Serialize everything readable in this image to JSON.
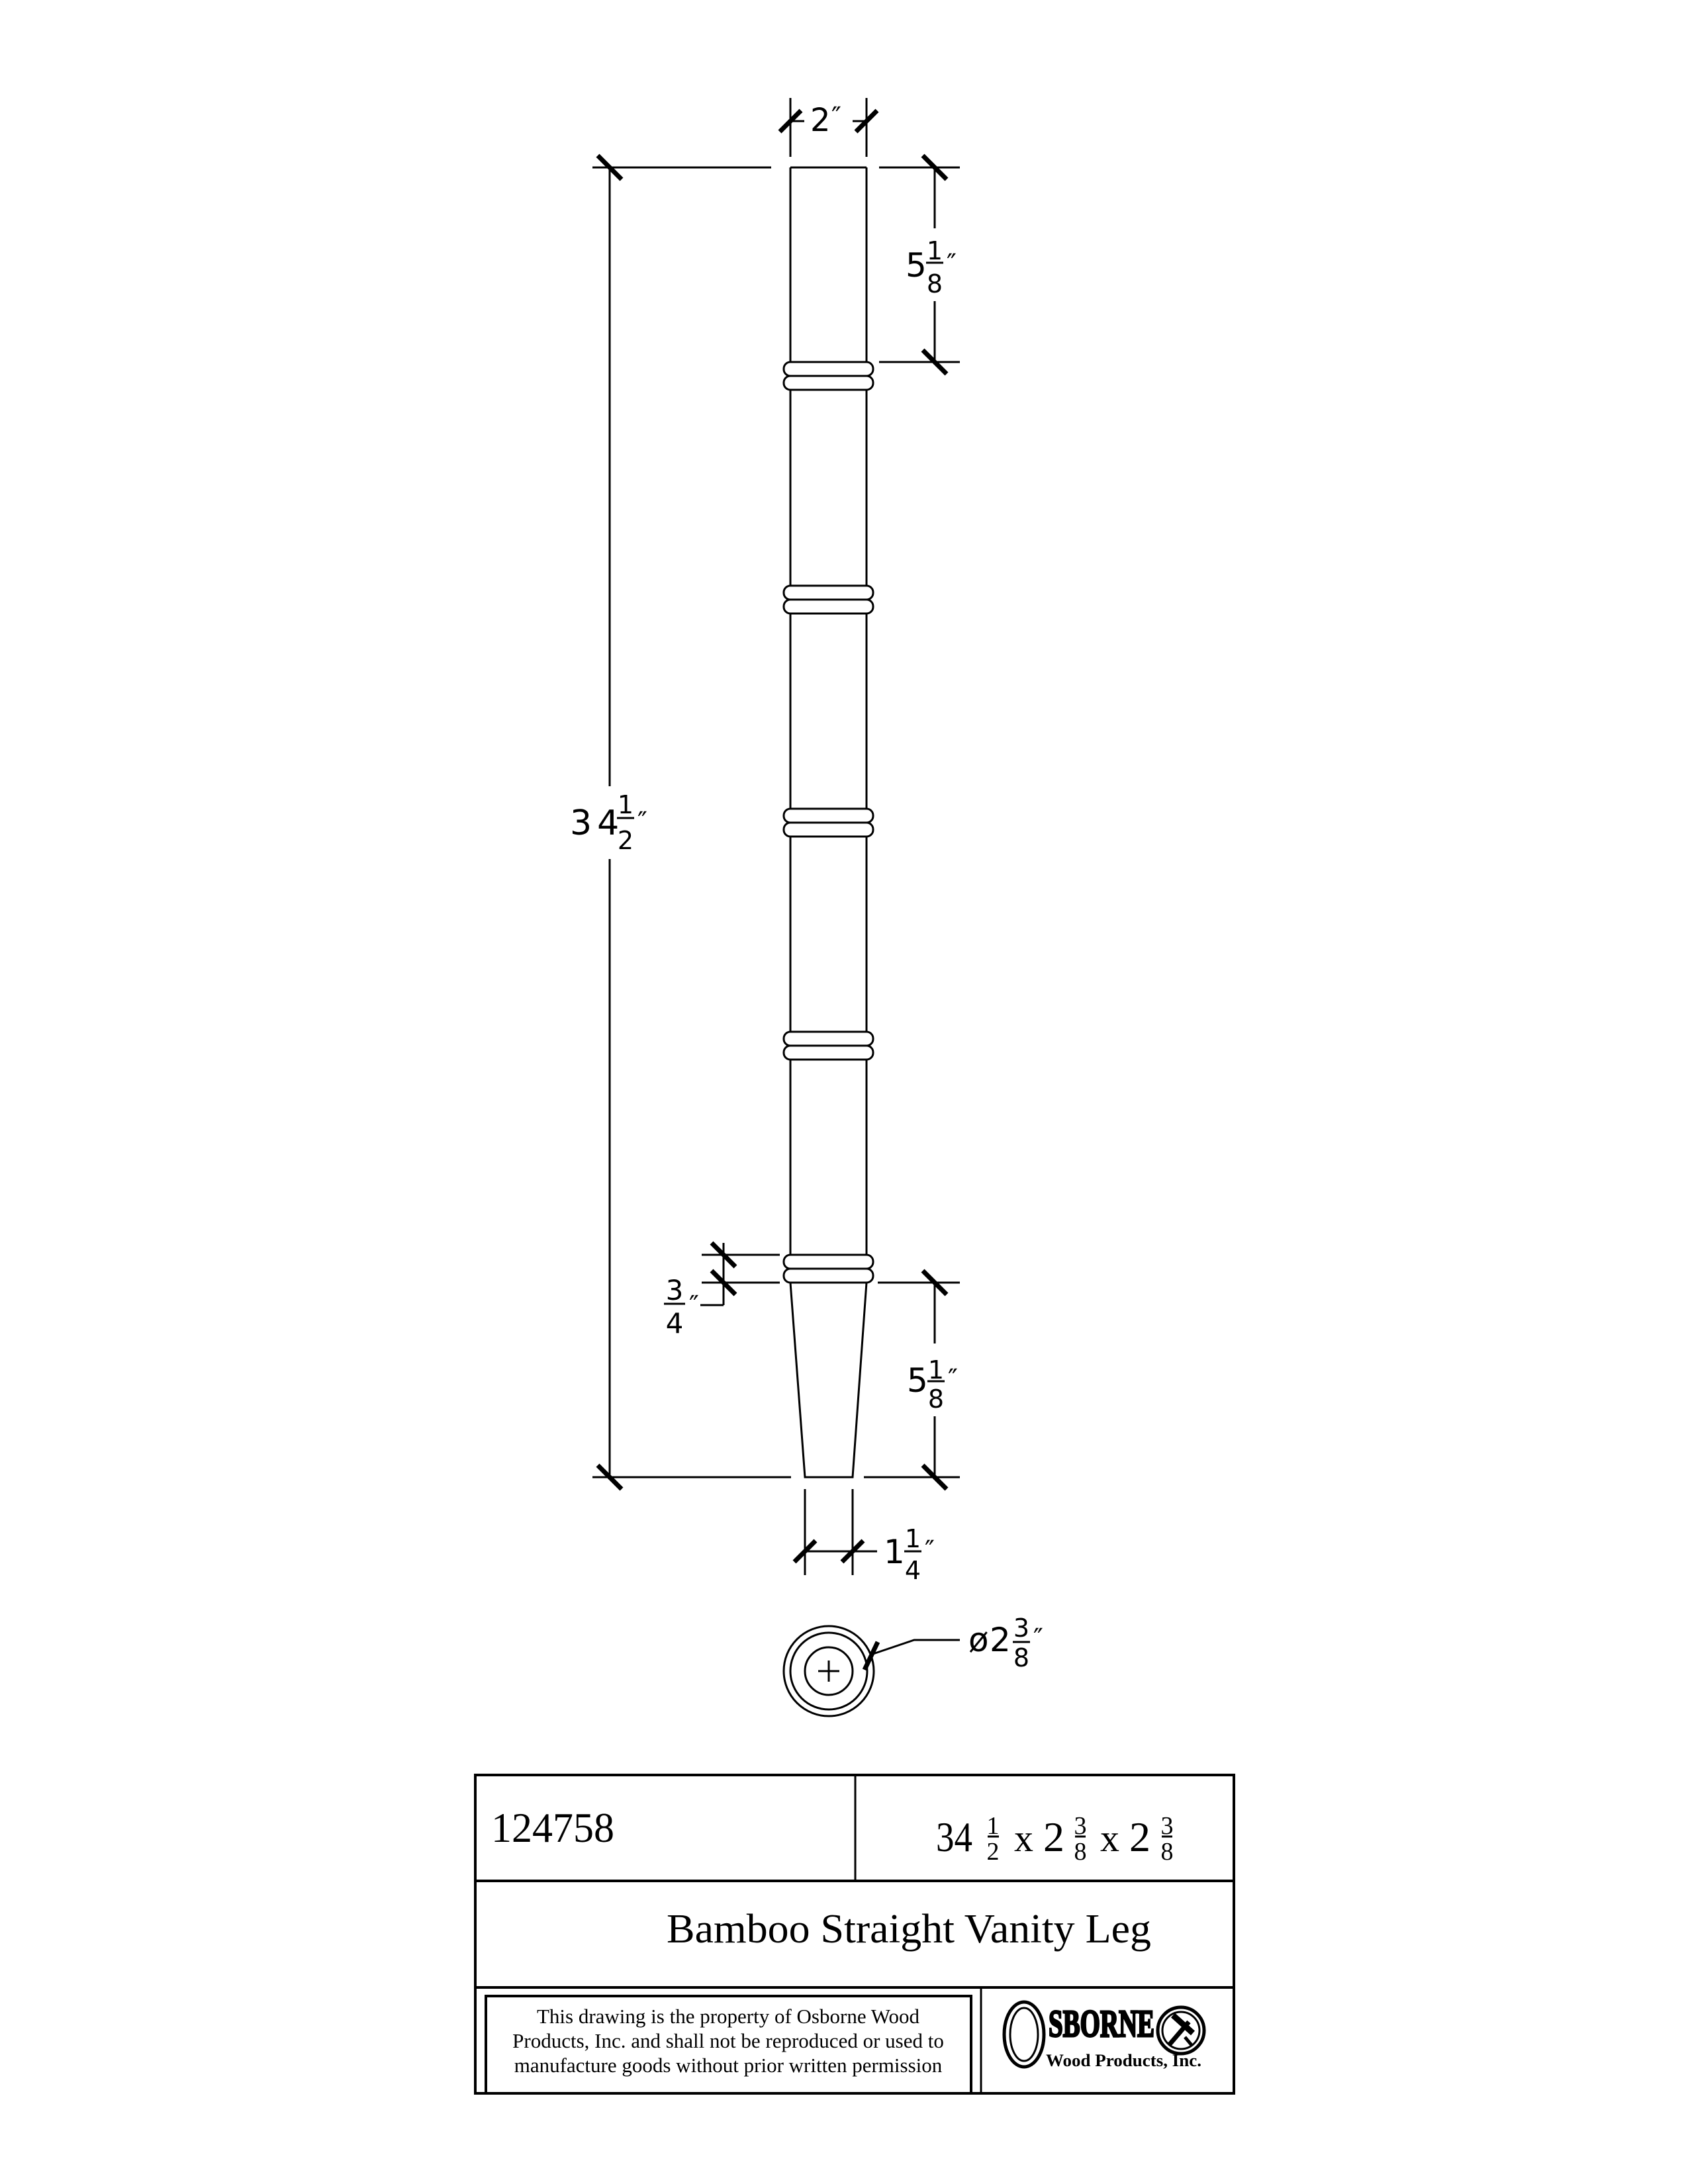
{
  "drawing": {
    "dimensions": {
      "top_width": {
        "whole": "2",
        "unit": "″"
      },
      "top_segment": {
        "whole": "5",
        "num": "1",
        "den": "8",
        "unit": "″"
      },
      "overall_height": {
        "whole": "34",
        "num": "1",
        "den": "2",
        "unit": "″"
      },
      "ring_height": {
        "num": "3",
        "den": "4",
        "unit": "″"
      },
      "taper_length": {
        "whole": "5",
        "num": "1",
        "den": "8",
        "unit": "″"
      },
      "foot_width": {
        "whole": "1",
        "num": "1",
        "den": "4",
        "unit": "″"
      },
      "diameter": {
        "prefix": "ø",
        "whole": "2",
        "num": "3",
        "den": "8",
        "unit": "″"
      }
    }
  },
  "title_block": {
    "part_number": "124758",
    "size": {
      "length_whole": "34",
      "length_num": "1",
      "length_den": "2",
      "sep1": "x",
      "width_whole": "2",
      "width_num": "3",
      "width_den": "8",
      "sep2": "x",
      "depth_whole": "2",
      "depth_num": "3",
      "depth_den": "8"
    },
    "name": "Bamboo Straight Vanity Leg",
    "disclaimer": [
      "This drawing is the property of Osborne Wood",
      "Products, Inc. and shall not be reproduced or used to",
      "manufacture goods without prior written permission"
    ],
    "logo": {
      "initial": "O",
      "name": "SBORNE",
      "subtitle": "Wood Products, Inc."
    }
  }
}
